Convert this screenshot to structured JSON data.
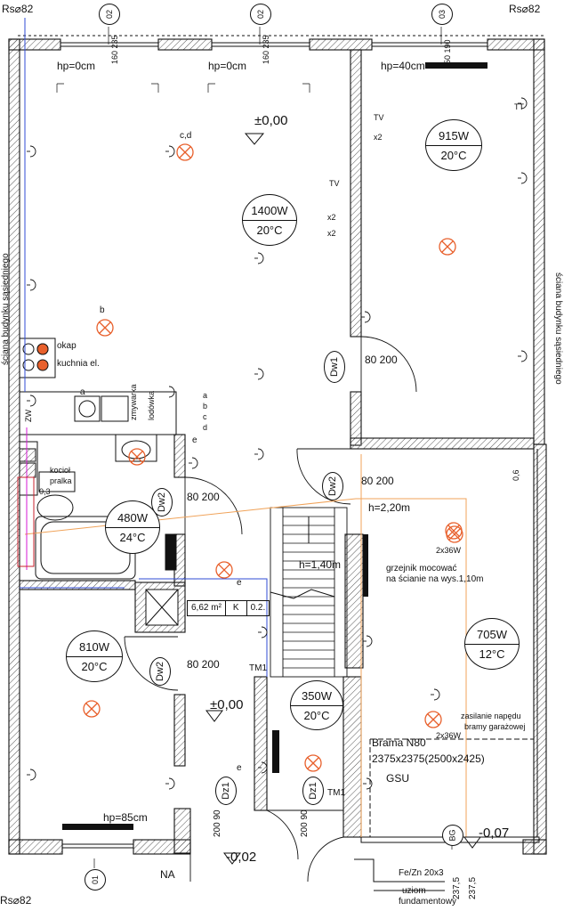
{
  "corner_labels": {
    "top_left": "Rs⌀82",
    "top_right": "Rs⌀82",
    "bottom_left": "Rs⌀82"
  },
  "axes": {
    "a1": "02",
    "a2": "02",
    "a3": "03",
    "a4": "01",
    "a5": "BG"
  },
  "windows": {
    "w1_dims": "160 235",
    "w2_dims": "160 235",
    "w3_dims": "50 190",
    "w1_hp": "hp=0cm",
    "w2_hp": "hp=0cm",
    "w3_hp": "hp=40cm",
    "w4_hp": "hp=85cm"
  },
  "levels": {
    "main": "±0,00",
    "lower": "±0,00",
    "ext": "-0,02",
    "garage": "-0,07"
  },
  "rooms": {
    "living": {
      "power": "1400W",
      "temp": "20°C"
    },
    "bedroom": {
      "power": "915W",
      "temp": "20°C"
    },
    "bathroom": {
      "power": "480W",
      "temp": "24°C"
    },
    "room_sw": {
      "power": "810W",
      "temp": "20°C"
    },
    "hall": {
      "power": "350W",
      "temp": "20°C"
    },
    "garage": {
      "power": "705W",
      "temp": "12°C"
    }
  },
  "doors": {
    "dw1": "Dw1",
    "dw2a": "Dw2",
    "dw2b": "Dw2",
    "dw2c": "Dw2",
    "dz1a": "Dz1",
    "dz1b": "Dz1",
    "dw1_dims": "80 200",
    "dw2_dims": "80 200",
    "dw2b_dims": "80 200",
    "dw2c_dims": "80 200",
    "dz1a_dims": "200 90",
    "dz1b_dims": "200 90"
  },
  "labels": {
    "cd": "c,d",
    "b": "b",
    "a": "a",
    "e1": "e",
    "e2": "e",
    "e3": "e",
    "tv": "TV",
    "tv2": "TV",
    "x2a": "x2",
    "x2b": "x2",
    "x2c": "x2",
    "tt": "TT",
    "okap": "okap",
    "kuchnia": "kuchnia el.",
    "kociol": "kocioł",
    "pralka": "pralka",
    "zmywarka": "zmywarka",
    "lodowka": "lodówka",
    "abcd": [
      "a",
      "b",
      "c",
      "d"
    ],
    "zw": "ZW",
    "dim_03": "0,3",
    "dim_06": "0,6",
    "h220": "h=2,20m",
    "h140": "h=1,40m",
    "grzejnik": [
      "grzejnik mocować",
      "na ścianie na wys.1,10m"
    ],
    "lamp2x36a": "2x36W",
    "lamp2x36b": "2x36W",
    "zasilanie": [
      "zasilanie napędu",
      "bramy garażowej"
    ],
    "brama": "Brama N80",
    "brama_dims": "2375x2375(2500x2425)",
    "gsu": "GSU",
    "tm1a": "TM1",
    "tm1b": "TM1",
    "na": "NA",
    "fezn": "Fe/Zn 20x3",
    "uziom": [
      "uziom",
      "fundamentowy"
    ],
    "dim_2375a": "237,5",
    "dim_2375b": "237,5",
    "wall_left": "ściana budynku sąsiedniego",
    "wall_right": "ściana budynku sąsiedniego",
    "cell_area": "6,62 m²",
    "cell_k": "K",
    "cell_num": "0.2."
  },
  "colors": {
    "wall": "#111111",
    "hatch": "#555555",
    "lamp": "#e8602c",
    "wire": "#f0a35a",
    "blue": "#2f4bd6",
    "magenta": "#d41ad4"
  }
}
